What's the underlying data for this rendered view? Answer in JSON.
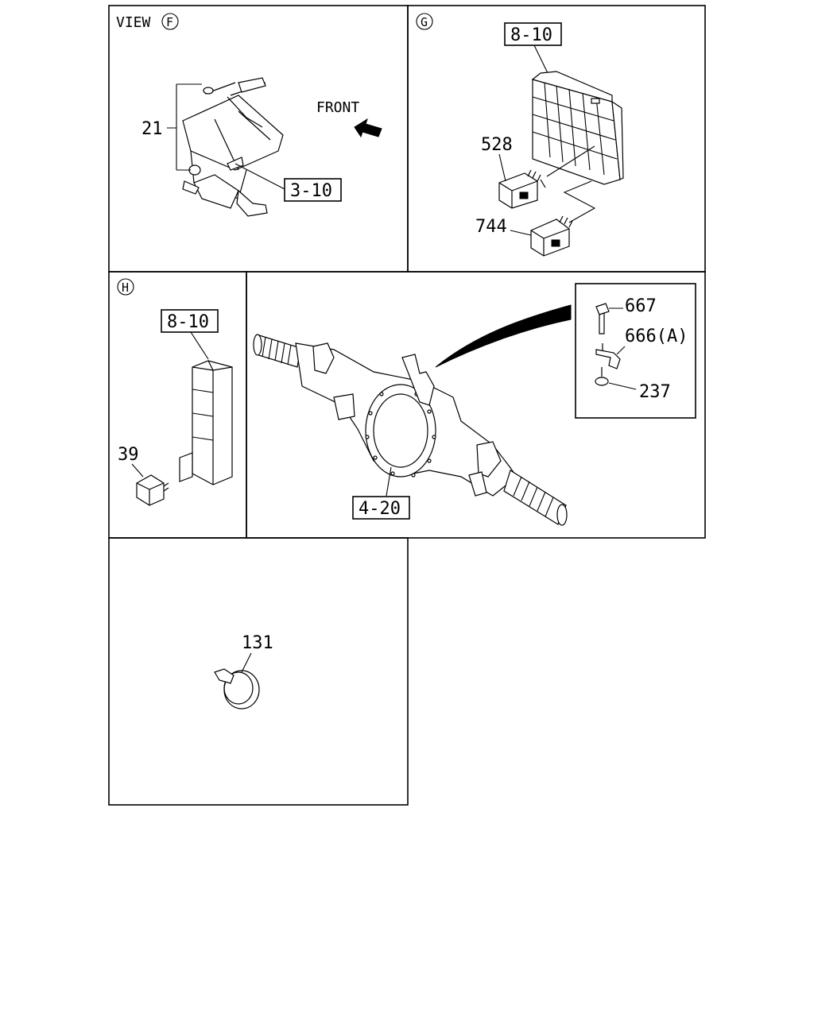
{
  "panel_f": {
    "view_label": "VIEW",
    "view_letter": "F",
    "front_label": "FRONT",
    "callout_21": "21",
    "ref_3_10": "3-10"
  },
  "panel_g": {
    "letter": "G",
    "ref_8_10": "8-10",
    "callout_528": "528",
    "callout_744": "744"
  },
  "panel_h": {
    "letter": "H",
    "ref_8_10": "8-10",
    "callout_39": "39"
  },
  "panel_axle": {
    "callout_667": "667",
    "callout_666": "666(A)",
    "callout_237": "237",
    "ref_4_20": "4-20"
  },
  "panel_clamp": {
    "callout_131": "131"
  }
}
